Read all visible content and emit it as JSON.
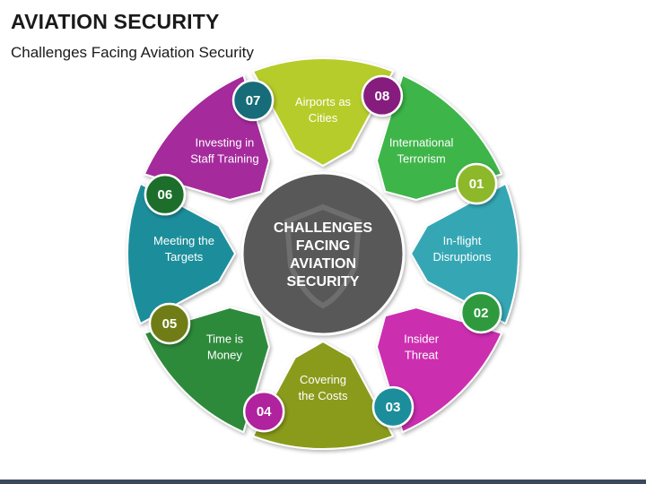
{
  "header": {
    "title": "AVIATION SECURITY",
    "subtitle": "Challenges Facing Aviation Security"
  },
  "hub": {
    "lines": [
      "CHALLENGES",
      "FACING",
      "AVIATION",
      "SECURITY"
    ],
    "color": "#595959"
  },
  "segments": [
    {
      "number": "01",
      "lines": [
        "International",
        "Terrorism"
      ],
      "color": "#3db54a",
      "badge_color": "#8db82a"
    },
    {
      "number": "02",
      "lines": [
        "In-flight",
        "Disruptions"
      ],
      "color": "#34a7b4",
      "badge_color": "#2e9a3e"
    },
    {
      "number": "03",
      "lines": [
        "Insider",
        "Threat"
      ],
      "color": "#cc2fb0",
      "badge_color": "#1f8e9b"
    },
    {
      "number": "04",
      "lines": [
        "Covering",
        "the Costs"
      ],
      "color": "#8a9b1c",
      "badge_color": "#b0249e"
    },
    {
      "number": "05",
      "lines": [
        "Time is",
        "Money"
      ],
      "color": "#2e8a3a",
      "badge_color": "#6f7d14"
    },
    {
      "number": "06",
      "lines": [
        "Meeting the",
        "Targets"
      ],
      "color": "#1f8e9b",
      "badge_color": "#1e6e2a"
    },
    {
      "number": "07",
      "lines": [
        "Investing in",
        "Staff Training"
      ],
      "color": "#a52b9c",
      "badge_color": "#186c78"
    },
    {
      "number": "08",
      "lines": [
        "Airports as",
        "Cities"
      ],
      "color": "#b6cc2b",
      "badge_color": "#861f7e"
    }
  ]
}
